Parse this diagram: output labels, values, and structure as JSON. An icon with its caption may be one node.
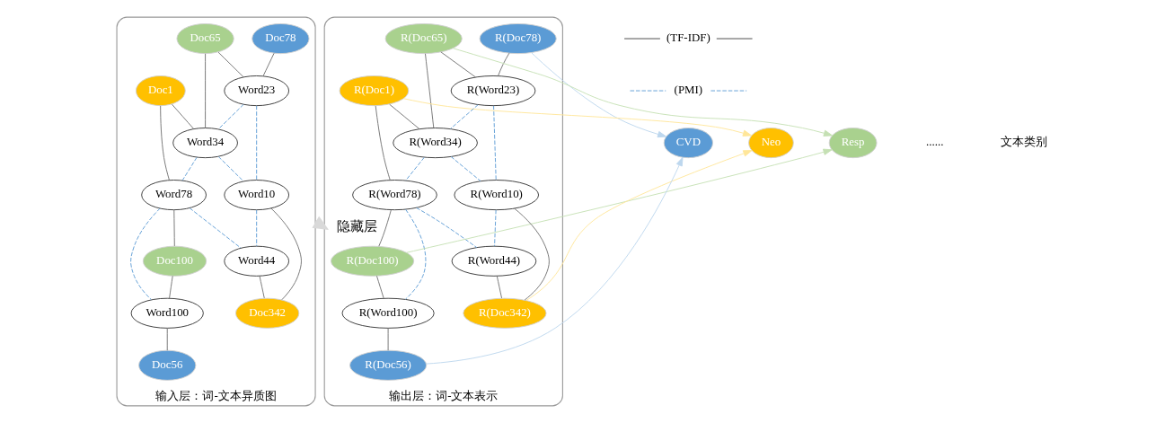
{
  "diagram": {
    "nodes": [
      {
        "text": [
          "输入层：词-文本异质图"
        ]
      },
      {
        "text": [
          "Doc78"
        ],
        "in": 0
      },
      {
        "text": [
          "Doc65"
        ],
        "in": 0
      },
      {
        "text": [
          "Doc1"
        ],
        "in": 0
      },
      {
        "text": [
          "Word23"
        ],
        "in": 0
      },
      {
        "text": [
          "Word34"
        ],
        "in": 0
      },
      {
        "text": [
          "Word78"
        ],
        "in": 0
      },
      {
        "text": [
          "Word10"
        ],
        "in": 0
      },
      {
        "text": [
          "Doc100"
        ],
        "in": 0
      },
      {
        "text": [
          "Word44"
        ],
        "in": 0
      },
      {
        "text": [
          "Word100"
        ],
        "in": 0
      },
      {
        "text": [
          "Doc342"
        ],
        "in": 0
      },
      {
        "text": [
          "Doc56"
        ],
        "in": 0
      },
      {
        "text": [
          "输出层：词-文本表示"
        ]
      },
      {
        "text": [
          "R(Doc78)"
        ],
        "in": 13
      },
      {
        "text": [
          "R(Doc65)"
        ],
        "in": 13
      },
      {
        "text": [
          "R(Doc1)"
        ],
        "in": 13
      },
      {
        "text": [
          "R(Word23)"
        ],
        "in": 13
      },
      {
        "text": [
          "R(Word78)"
        ],
        "in": 13
      },
      {
        "text": [
          "R(Word34)"
        ],
        "in": 13
      },
      {
        "text": [
          "R(Doc100)"
        ],
        "in": 13
      },
      {
        "text": [
          "R(Word10)"
        ],
        "in": 13
      },
      {
        "text": [
          "R(Word100)"
        ],
        "in": 13
      },
      {
        "text": [
          "R(Word44)"
        ],
        "in": 13
      },
      {
        "text": [
          "R(Doc342)"
        ],
        "in": 13
      },
      {
        "text": [
          "R(Doc56)"
        ],
        "in": 13
      },
      {
        "text": [
          "CVD"
        ]
      },
      {
        "text": [
          "Neo"
        ]
      },
      {
        "text": [
          "Resp"
        ]
      }
    ],
    "edges": [
      {
        "from": 1,
        "to": 4,
        "arrow": "none"
      },
      {
        "from": 2,
        "to": 4,
        "arrow": "none"
      },
      {
        "from": 2,
        "to": 5,
        "arrow": "none"
      },
      {
        "from": 3,
        "to": 5,
        "arrow": "none"
      },
      {
        "from": 3,
        "to": 6,
        "arrow": "none"
      },
      {
        "from": 4,
        "to": 5,
        "arrow": "none",
        "style": "dashed",
        "color": "#5b9bd5"
      },
      {
        "from": 4,
        "to": 7,
        "arrow": "none",
        "style": "dashed",
        "color": "#5b9bd5"
      },
      {
        "from": 5,
        "to": 7,
        "arrow": "none",
        "style": "dashed",
        "color": "#5b9bd5"
      },
      {
        "from": 5,
        "to": 6,
        "arrow": "none",
        "style": "dashed",
        "color": "#5b9bd5"
      },
      {
        "from": 6,
        "to": 8,
        "arrow": "none"
      },
      {
        "from": 6,
        "to": 9,
        "arrow": "none",
        "style": "dashed",
        "color": "#5b9bd5"
      },
      {
        "from": 6,
        "to": 10,
        "arrow": "none",
        "style": "dashed",
        "color": "#5b9bd5"
      },
      {
        "from": 7,
        "to": 9,
        "arrow": "none",
        "style": "dashed",
        "color": "#5b9bd5"
      },
      {
        "from": 7,
        "to": 11,
        "arrow": "none"
      },
      {
        "from": 8,
        "to": 10,
        "arrow": "none"
      },
      {
        "from": 9,
        "to": 11,
        "arrow": "none"
      },
      {
        "from": 10,
        "to": 12,
        "arrow": "none"
      },
      {
        "from": 0,
        "to": 13,
        "label": "隐藏层",
        "arrow": "to",
        "style": "thick",
        "color": "#d9d9d9"
      },
      {
        "from": 14,
        "to": 17,
        "arrow": "none"
      },
      {
        "from": 15,
        "to": 17,
        "arrow": "none"
      },
      {
        "from": 15,
        "to": 19,
        "arrow": "none"
      },
      {
        "from": 16,
        "to": 19,
        "arrow": "none"
      },
      {
        "from": 16,
        "to": 18,
        "arrow": "none"
      },
      {
        "from": 17,
        "to": 19,
        "arrow": "none",
        "style": "dashed",
        "color": "#5b9bd5"
      },
      {
        "from": 17,
        "to": 21,
        "arrow": "none",
        "style": "dashed",
        "color": "#5b9bd5"
      },
      {
        "from": 19,
        "to": 21,
        "arrow": "none",
        "style": "dashed",
        "color": "#5b9bd5"
      },
      {
        "from": 19,
        "to": 18,
        "arrow": "none",
        "style": "dashed",
        "color": "#5b9bd5"
      },
      {
        "from": 18,
        "to": 20,
        "arrow": "none"
      },
      {
        "from": 18,
        "to": 23,
        "arrow": "none",
        "style": "dashed",
        "color": "#5b9bd5"
      },
      {
        "from": 18,
        "to": 22,
        "arrow": "none",
        "style": "dashed",
        "color": "#5b9bd5"
      },
      {
        "from": 21,
        "to": 23,
        "arrow": "none",
        "style": "dashed",
        "color": "#5b9bd5"
      },
      {
        "from": 21,
        "to": 24,
        "arrow": "none"
      },
      {
        "from": 20,
        "to": 22,
        "arrow": "none"
      },
      {
        "from": 23,
        "to": 24,
        "arrow": "none"
      },
      {
        "from": 22,
        "to": 25,
        "arrow": "none"
      },
      {
        "from": 14,
        "to": 26,
        "arrow": "to",
        "color": "#bdd7ee"
      },
      {
        "from": 25,
        "to": 26,
        "arrow": "to",
        "color": "#bdd7ee"
      },
      {
        "from": 16,
        "to": 27,
        "arrow": "to",
        "color": "#ffe699"
      },
      {
        "from": 24,
        "to": 27,
        "arrow": "to",
        "color": "#ffe699"
      },
      {
        "from": 15,
        "to": 28,
        "arrow": "to",
        "color": "#c5e0b4"
      },
      {
        "from": 20,
        "to": 28,
        "arrow": "to",
        "color": "#c5e0b4"
      }
    ],
    "labels": [
      "......",
      "文本类别"
    ],
    "legend": [
      {
        "text": "(TF-IDF)"
      },
      {
        "text": "(PMI)"
      }
    ]
  }
}
